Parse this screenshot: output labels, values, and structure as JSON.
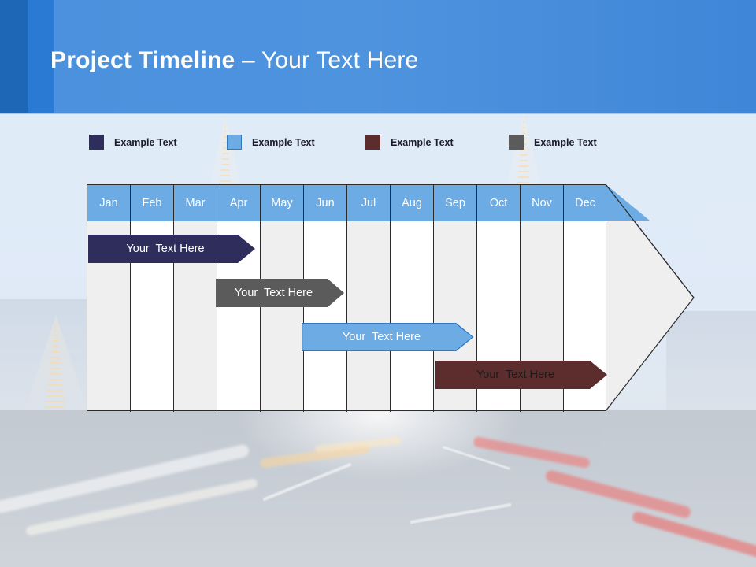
{
  "slide": {
    "title_strong": "Project Timeline",
    "title_light": " – Your Text Here"
  },
  "colors": {
    "header_dark": "#1d67b6",
    "header_mid": "#2a7ad3",
    "header_light": "#4b91dd",
    "month_header": "#6cabe3",
    "navy": "#2e2d5c",
    "light_blue": "#6cabe3",
    "light_blue_border": "#2f79c0",
    "maroon": "#5d2d2d",
    "gray": "#5b5b5b",
    "stripe": "#efefef",
    "grid_line": "#2b2b2b"
  },
  "legend": {
    "items": [
      {
        "label": "Example Text",
        "color": "#2e2d5c",
        "swatch_name": "legend-swatch-navy"
      },
      {
        "label": "Example Text",
        "color": "#6cabe3",
        "swatch_name": "legend-swatch-light-blue"
      },
      {
        "label": "Example Text",
        "color": "#5d2d2d",
        "swatch_name": "legend-swatch-maroon"
      },
      {
        "label": "Example Text",
        "color": "#5b5b5b",
        "swatch_name": "legend-swatch-gray"
      }
    ]
  },
  "chart_data": {
    "type": "table",
    "title": "Project Timeline",
    "categories": [
      "Jan",
      "Feb",
      "Mar",
      "Apr",
      "May",
      "Jun",
      "Jul",
      "Aug",
      "Sep",
      "Oct",
      "Nov",
      "Dec"
    ],
    "xlabel": "",
    "ylabel": "",
    "grid": true,
    "legend_position": "top",
    "series": [
      {
        "name": "Example Text",
        "label": "Your  Text Here",
        "color": "#2e2d5c",
        "text_color": "#ffffff",
        "start_month": "Jan",
        "end_month": "Apr",
        "row": 1
      },
      {
        "name": "Example Text",
        "label": "Your  Text Here",
        "color": "#5b5b5b",
        "text_color": "#ffffff",
        "start_month": "Apr",
        "end_month": "Jun",
        "row": 2
      },
      {
        "name": "Example Text",
        "label": "Your  Text Here",
        "color": "#6cabe3",
        "text_color": "#ffffff",
        "start_month": "Jun",
        "end_month": "Sep",
        "row": 3
      },
      {
        "name": "Example Text",
        "label": "Your  Text Here",
        "color": "#5d2d2d",
        "text_color": "#1b1b1b",
        "start_month": "Sep",
        "end_month": "Dec",
        "row": 4
      }
    ]
  }
}
